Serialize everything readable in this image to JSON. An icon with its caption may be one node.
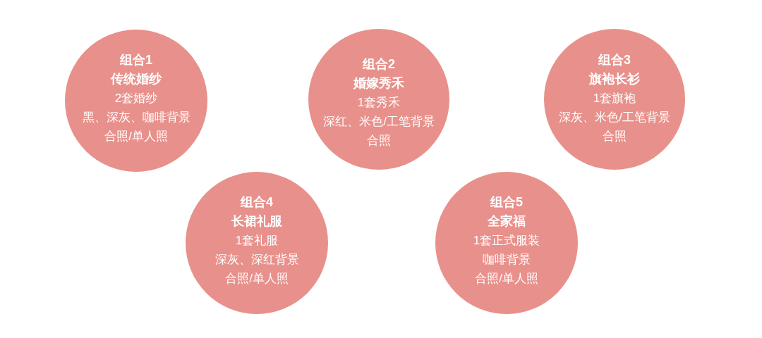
{
  "diagram": {
    "nodes": [
      {
        "text": [
          "组合1",
          "传统婚纱",
          "2套婚纱",
          "黑、深灰、咖啡背景",
          "合照/单人照"
        ]
      },
      {
        "text": [
          "组合2",
          "婚嫁秀禾",
          "1套秀禾",
          "深红、米色/工笔背景",
          "合照"
        ]
      },
      {
        "text": [
          "组合3",
          "旗袍长衫",
          "1套旗袍",
          "深灰、米色/工笔背景",
          "合照"
        ]
      },
      {
        "text": [
          "组合4",
          "长裙礼服",
          "1套礼服",
          "深灰、深红背景",
          "合照/单人照"
        ]
      },
      {
        "text": [
          "组合5",
          "全家福",
          "1套正式服装",
          "咖啡背景",
          "合照/单人照"
        ]
      }
    ],
    "edges": []
  }
}
